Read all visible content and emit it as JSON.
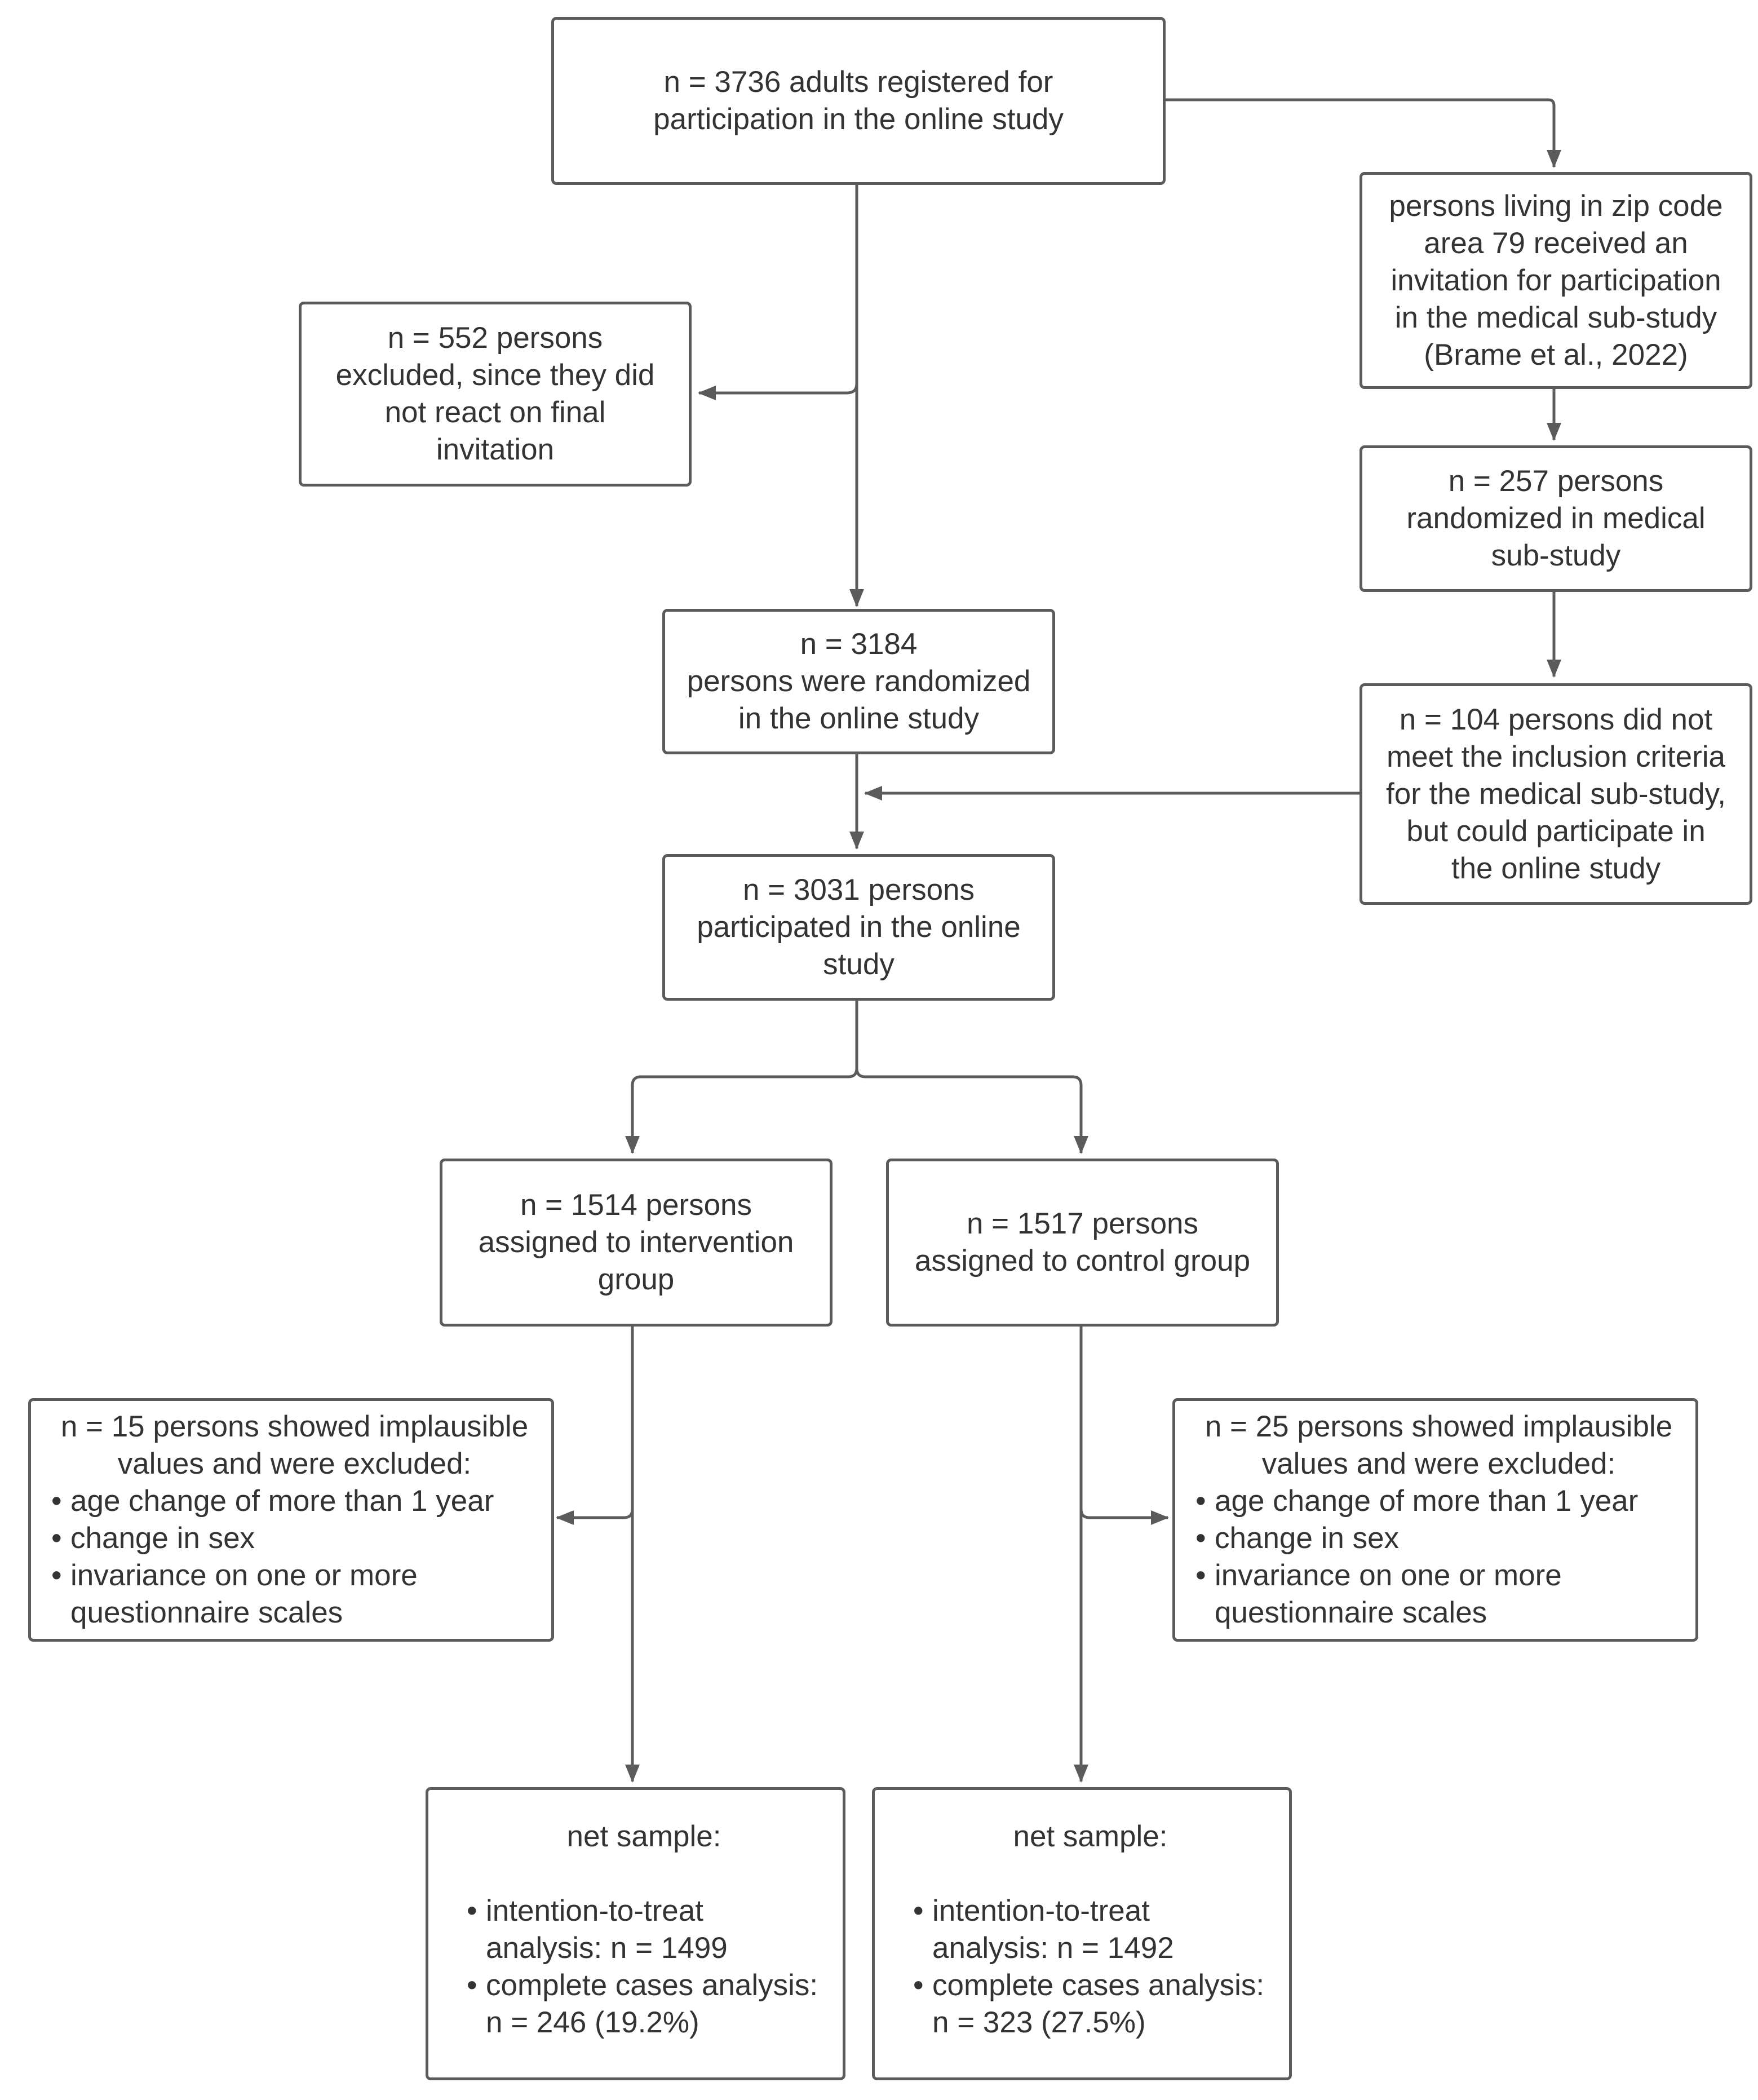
{
  "colors": {
    "line": "#5b5b5b",
    "border": "#5b5b5b",
    "text": "#333333",
    "background": "#ffffff"
  },
  "nodes": {
    "registered": {
      "lines": [
        "n = 3736 adults registered for",
        "participation in the online study"
      ]
    },
    "zip_invite": {
      "lines": [
        "persons living in zip code",
        "area 79 received an",
        "invitation for participation",
        "in the medical sub-study",
        "(Brame et al., 2022)"
      ]
    },
    "excluded_no_reaction": {
      "lines": [
        "n = 552 persons",
        "excluded, since they did",
        "not react on final",
        "invitation"
      ]
    },
    "medical_randomized": {
      "lines": [
        "n = 257 persons",
        "randomized in medical",
        "sub-study"
      ]
    },
    "online_randomized": {
      "lines": [
        "n = 3184",
        "persons were randomized",
        "in the online study"
      ]
    },
    "not_meet_criteria": {
      "lines": [
        "n = 104 persons did not",
        "meet the inclusion criteria",
        "for the medical sub-study,",
        "but could participate in",
        "the online study"
      ]
    },
    "participated": {
      "lines": [
        "n = 3031 persons",
        "participated in the online",
        "study"
      ]
    },
    "intervention": {
      "lines": [
        "n = 1514 persons",
        "assigned to intervention",
        "group"
      ]
    },
    "control": {
      "lines": [
        "n = 1517 persons",
        "assigned to control group"
      ]
    },
    "excluded_intervention": {
      "head": [
        "n = 15 persons showed implausible",
        "values and were excluded:"
      ],
      "bullets": [
        [
          "age change of more than 1 year"
        ],
        [
          "change in sex"
        ],
        [
          "invariance on one or more",
          "questionnaire scales"
        ]
      ]
    },
    "excluded_control": {
      "head": [
        "n = 25 persons showed implausible",
        "values and were excluded:"
      ],
      "bullets": [
        [
          "age change of more than 1 year"
        ],
        [
          "change in sex"
        ],
        [
          "invariance on one or more",
          "questionnaire scales"
        ]
      ]
    },
    "net_intervention": {
      "head": "net sample:",
      "bullets": [
        [
          "intention-to-treat",
          "analysis: n = 1499"
        ],
        [
          "complete cases analysis:",
          "n = 246 (19.2%)"
        ]
      ]
    },
    "net_control": {
      "head": "net sample:",
      "bullets": [
        [
          "intention-to-treat",
          "analysis: n = 1492"
        ],
        [
          "complete cases analysis:",
          "n = 323 (27.5%)"
        ]
      ]
    }
  }
}
